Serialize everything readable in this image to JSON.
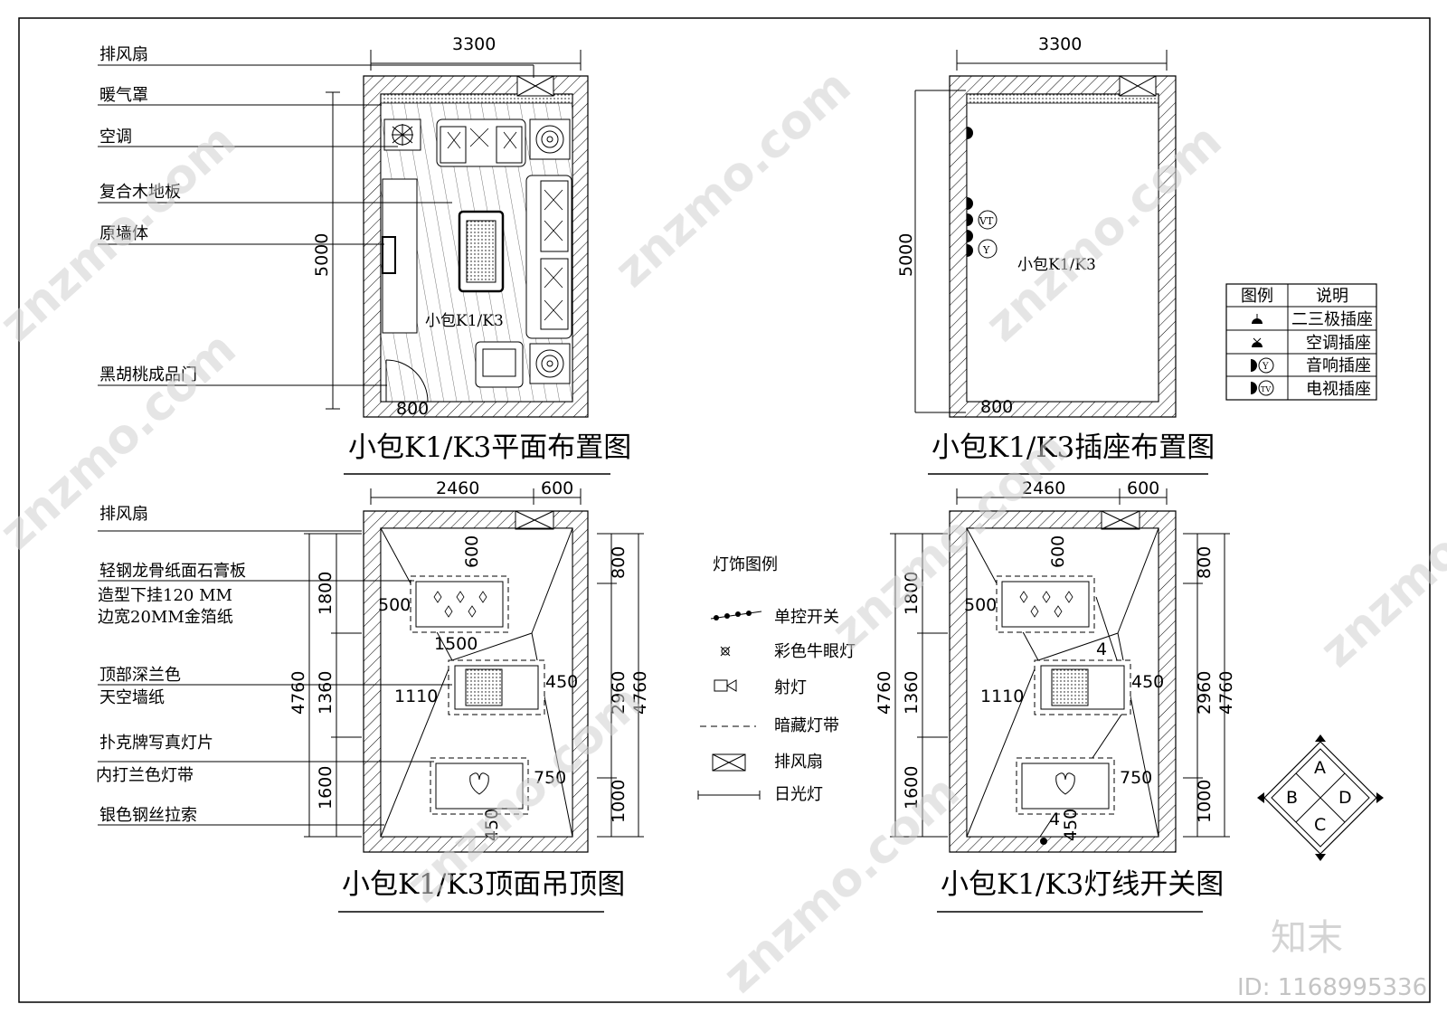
{
  "watermark": {
    "site": "znzmo.com",
    "logo_text": "知末",
    "id_text": "ID: 1168995336"
  },
  "plan_labels": [
    "排风扇",
    "暖气罩",
    "空调",
    "复合木地板",
    "原墙体",
    "黑胡桃成品门"
  ],
  "ceiling_labels": [
    "排风扇",
    "轻钢龙骨纸面石膏板",
    "造型下挂120    MM",
    "边宽20MM金箔纸",
    "顶部深兰色",
    "天空墙纸",
    "扑克牌写真灯片",
    "内打兰色灯带",
    "银色钢丝拉索"
  ],
  "room_name": "小包K1/K3",
  "dims": {
    "w_total": "3300",
    "h_total": "5000",
    "door": "800",
    "w_a": "2460",
    "w_b": "600",
    "l_1800": "1800",
    "l_1360": "1360",
    "l_1600": "1600",
    "l_4760": "4760",
    "r_800": "800",
    "r_2960": "2960",
    "r_1000": "1000",
    "d_600": "600",
    "d_500": "500",
    "d_1500": "1500",
    "d_1110": "1110",
    "d_450": "450",
    "d_750": "750",
    "d_4": "4"
  },
  "titles": {
    "plan": "小包K1/K3平面布置图",
    "socket": "小包K1/K3插座布置图",
    "ceiling": "小包K1/K3顶面吊顶图",
    "switch": "小包K1/K3灯线开关图"
  },
  "socket_legend": {
    "headers": [
      "图例",
      "说明"
    ],
    "rows": [
      "二三极插座",
      "空调插座",
      "音响插座",
      "电视插座"
    ]
  },
  "light_legend": {
    "title": "灯饰图例",
    "items": [
      "单控开关",
      "彩色牛眼灯",
      "射灯",
      "暗藏灯带",
      "排风扇",
      "日光灯"
    ]
  },
  "compass": [
    "A",
    "B",
    "D",
    "C"
  ]
}
